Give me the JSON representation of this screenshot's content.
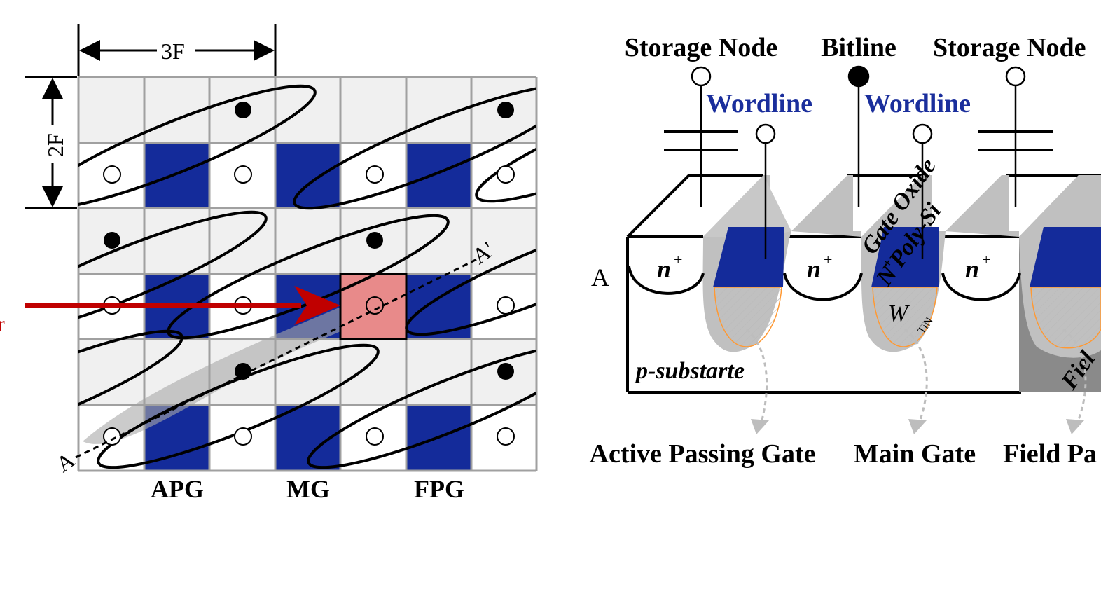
{
  "layout": {
    "dim_3f": "3F",
    "dim_2f": "2F",
    "point_a": "A",
    "point_a_prime": "A'",
    "arrow_fragment": "r",
    "gate_labels": [
      "APG",
      "MG",
      "FPG"
    ]
  },
  "cross_section": {
    "top_labels": [
      "Storage Node",
      "Bitline",
      "Storage Node"
    ],
    "wordline_labels": [
      "Wordline",
      "Wordline"
    ],
    "a_label": "A",
    "n_plus": "n",
    "plus": "+",
    "gate_oxide": "Gate Oxide",
    "poly_si": "N",
    "poly_si_sup": "+",
    "poly_si_rest": " Poly-Si",
    "w_label": "W",
    "tin_label": "TiN",
    "substrate": "p-substarte",
    "field_cut": "Fiel",
    "bottom_labels": [
      "Active Passing Gate",
      "Main Gate",
      "Field Pa"
    ]
  },
  "colors": {
    "wordline_blue": "#142b9a",
    "wordline_text": "#1a2e9c",
    "highlight_red": "#c00000",
    "cell_pink": "#e88a8a",
    "grid_gray": "#a0a0a0"
  }
}
